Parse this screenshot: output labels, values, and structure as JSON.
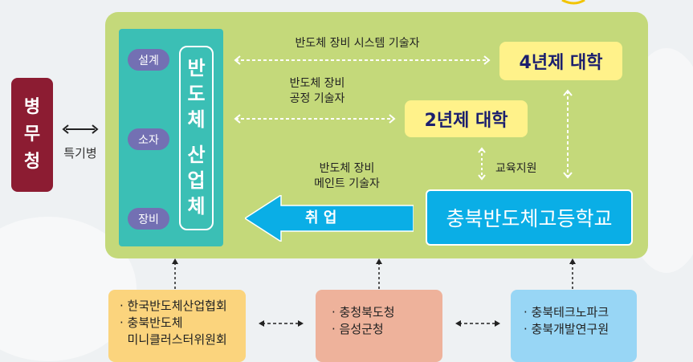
{
  "left": {
    "agency": "병무청",
    "special_soldier": "특기병"
  },
  "industry": {
    "label": "반도체 산업체",
    "pills": [
      "설계",
      "소자",
      "장비"
    ]
  },
  "universities": {
    "four_year": "4년제 대학",
    "two_year": "2년제 대학"
  },
  "links": {
    "to_four_year": "반도체 장비 시스템 기술자",
    "to_two_year": [
      "반도체 장비",
      "공정 기술자"
    ],
    "employment_role": [
      "반도체 장비",
      "메인트 기술자"
    ],
    "employment": "취  업",
    "edu_support": "교육지원"
  },
  "school": "충북반도체고등학교",
  "partners": [
    {
      "lines": [
        "· 한국반도체산업협회",
        "· 충북반도체",
        "  미니클러스터위원회"
      ],
      "color": "#fbd47d"
    },
    {
      "lines": [
        "· 충청북도청",
        "· 음성군청"
      ],
      "color": "#eeb29b"
    },
    {
      "lines": [
        "· 충북테크노파크",
        "· 충북개발연구원"
      ],
      "color": "#98d6f5"
    }
  ],
  "colors": {
    "frame": "#c4d97a",
    "industry": "#3bbfb5",
    "pill": "#7370b3",
    "agency": "#8c1c32",
    "university": "#fff28a",
    "school": "#0aaee6",
    "arrow": "#0aaee6"
  }
}
